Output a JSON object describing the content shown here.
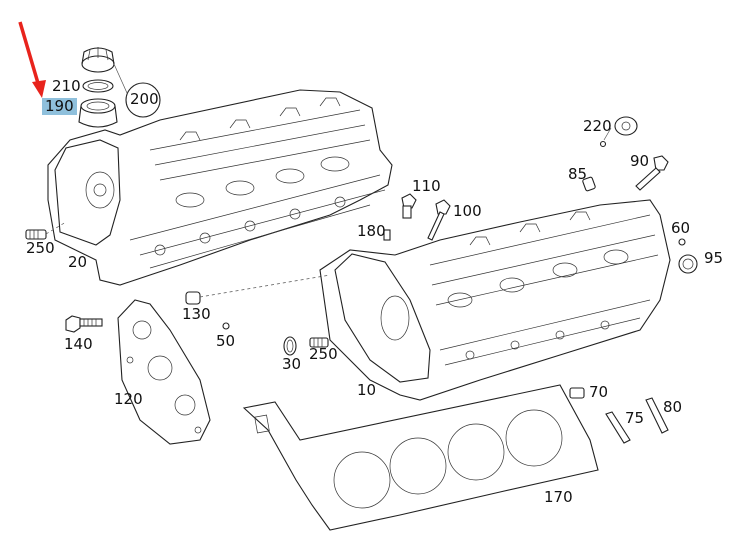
{
  "diagram": {
    "highlight_color": "#8fc0dc",
    "arrow_color": "#e8231c",
    "selected_part": "190",
    "callouts": {
      "p210": "210",
      "p190": "190",
      "p200": "200",
      "p220": "220",
      "p90": "90",
      "p85": "85",
      "p110": "110",
      "p100": "100",
      "p180": "180",
      "p60": "60",
      "p95": "95",
      "p250a": "250",
      "p20": "20",
      "p130": "130",
      "p140": "140",
      "p50": "50",
      "p30": "30",
      "p250b": "250",
      "p120": "120",
      "p10": "10",
      "p70": "70",
      "p75": "75",
      "p80": "80",
      "p170": "170"
    }
  }
}
